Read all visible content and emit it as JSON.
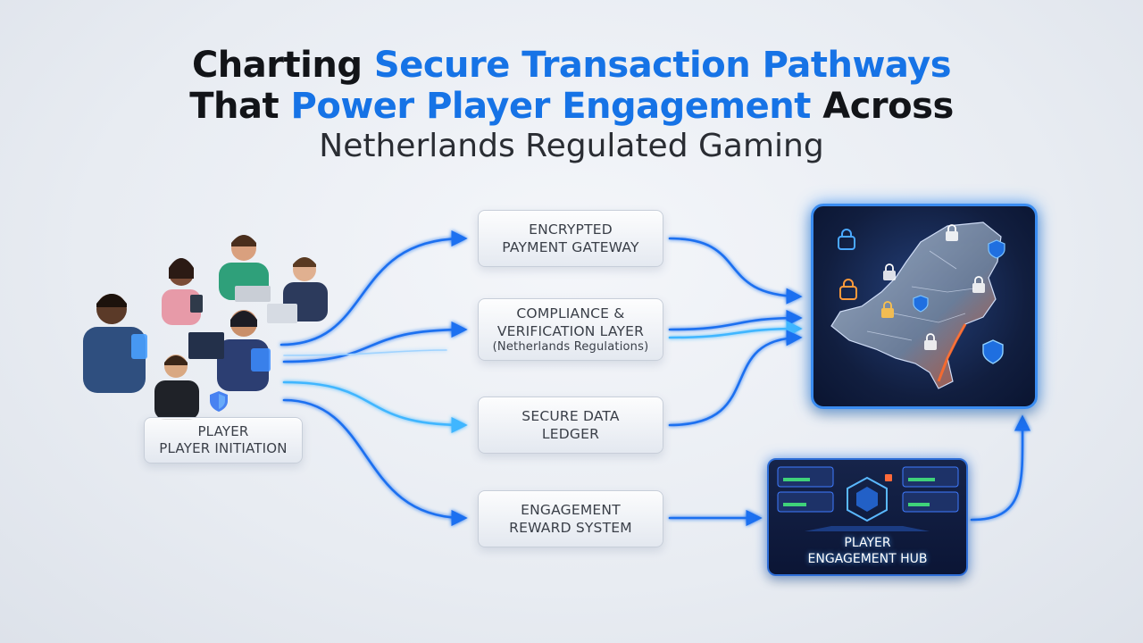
{
  "title": {
    "line1_part1": "Charting",
    "line1_accent": "Secure Transaction Pathways",
    "line2_part1": "That",
    "line2_accent": "Power Player Engagement",
    "line2_part2": "Across",
    "line3": "Netherlands Regulated Gaming"
  },
  "nodes": {
    "player_line1": "PLAYER",
    "player_line2": "PLAYER INITIATION",
    "gateway_line1": "ENCRYPTED",
    "gateway_line2": "PAYMENT GATEWAY",
    "compliance_line1": "COMPLIANCE &",
    "compliance_line2": "VERIFICATION LAYER",
    "compliance_sub": "(Netherlands Regulations)",
    "ledger_line1": "SECURE DATA",
    "ledger_line2": "LEDGER",
    "reward_line1": "ENGAGEMENT",
    "reward_line2": "REWARD SYSTEM",
    "hub_line1": "PLAYER",
    "hub_line2": "ENGAGEMENT HUB"
  },
  "colors": {
    "accent": "#1673e6",
    "flow_blue": "#1a6ff0",
    "flow_cyan": "#3fb6ff",
    "panel_border": "#3a8cf0",
    "lock_orange": "#ff9a3a"
  },
  "icons": [
    "lock-icon",
    "shield-icon",
    "people-illustration",
    "netherlands-map"
  ]
}
